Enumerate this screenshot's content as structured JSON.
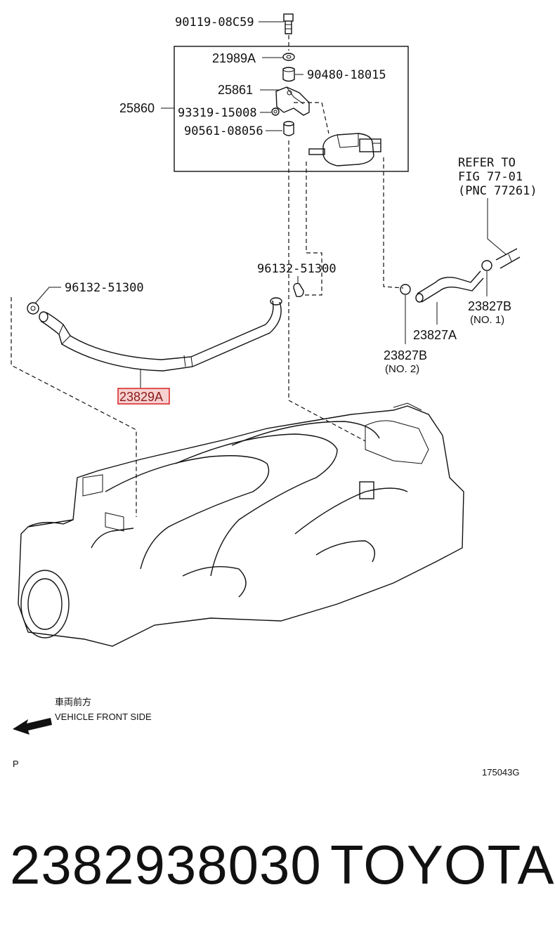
{
  "callouts": {
    "bolt": "90119-08C59",
    "gasket": "21989A",
    "cushion": "90480-18015",
    "bracket": "25861",
    "assembly": "25860",
    "grommet": "93319-15008",
    "pin": "90561-08056",
    "clamp_right": "96132-51300",
    "clamp_left": "96132-51300",
    "hose_highlight": "23829A",
    "hose_a": "23827A",
    "hose_b_no1": "23827B",
    "hose_b_no1_sub": "(NO. 1)",
    "hose_b_no2": "23827B",
    "hose_b_no2_sub": "(NO. 2)"
  },
  "refer": {
    "line1": "REFER TO",
    "line2": "FIG 77-01",
    "line3": "(PNC 77261)"
  },
  "direction": {
    "cjk": "車両前方",
    "english": "VEHICLE FRONT SIDE"
  },
  "corner_mark": "P",
  "figure_code": "175043G",
  "footer": {
    "part_number": "2382938030",
    "brand": "TOYOTA"
  },
  "colors": {
    "highlight_fill": "#f7d0d0",
    "highlight_stroke": "#d62020"
  }
}
